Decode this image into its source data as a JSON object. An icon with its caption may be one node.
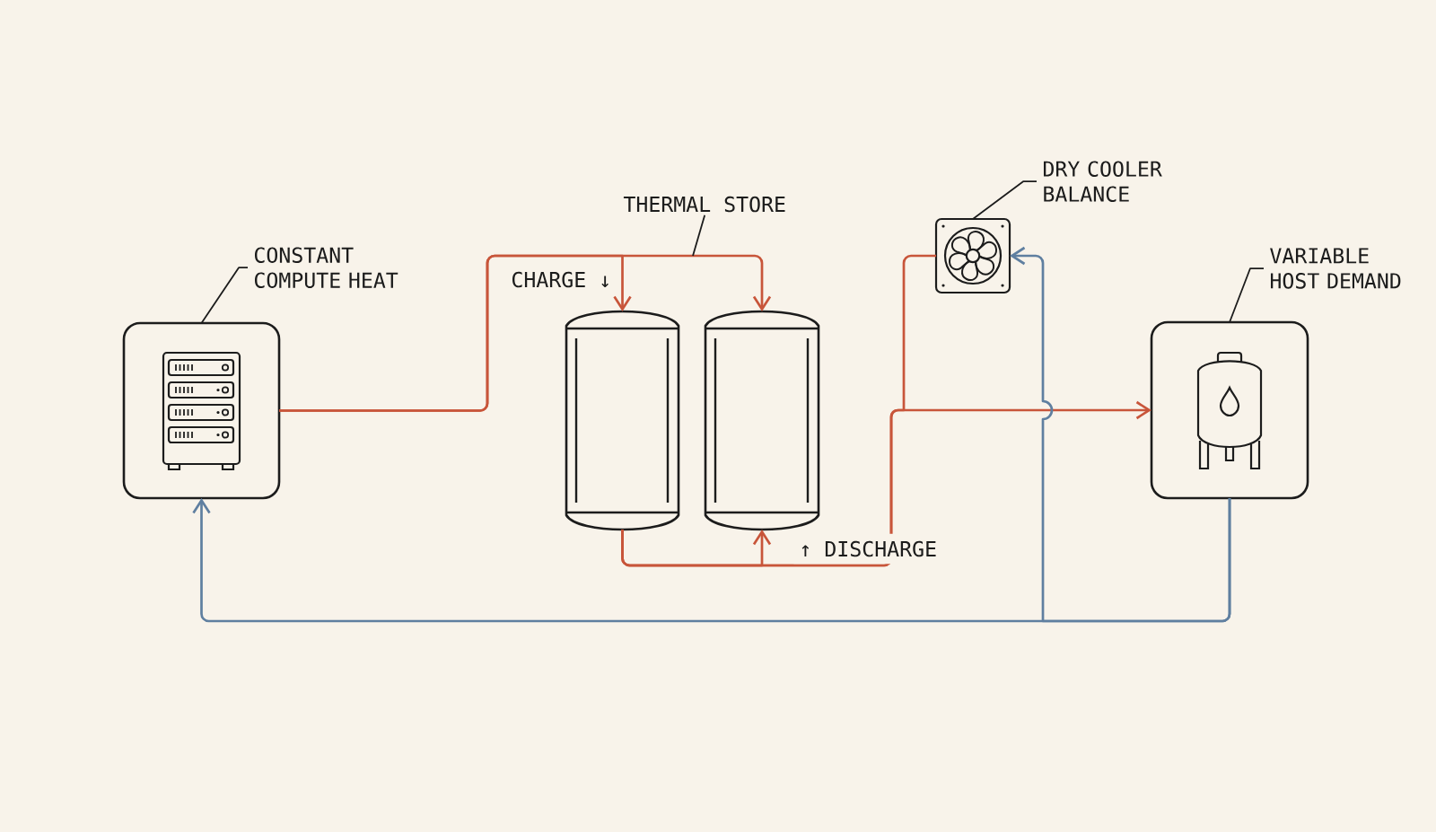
{
  "diagram": {
    "nodes": [
      {
        "text": [
          "CONSTANT COMPUTE HEAT"
        ]
      },
      {
        "text": [],
        "shape": "box"
      },
      {
        "text": [
          "THERMAL STORE"
        ]
      },
      {
        "text": [],
        "shape": "cylinder"
      },
      {
        "text": [],
        "shape": "cylinder"
      },
      {
        "text": [
          "DRY COOLER BALANCE"
        ]
      },
      {
        "text": [],
        "shape": "picture"
      },
      {
        "text": [
          "VARIABLE HOST DEMAND"
        ]
      },
      {
        "text": [],
        "shape": "box"
      }
    ],
    "edges": [
      {
        "from": 1,
        "to": 3,
        "arrow": "to"
      },
      {
        "from": 1,
        "to": 4,
        "arrow": "to"
      },
      {
        "from": 3,
        "to": 4,
        "arrow": "to"
      },
      {
        "from": 3,
        "to": 8,
        "arrow": "to"
      },
      {
        "from": 3,
        "to": 6,
        "arrow": "none"
      },
      {
        "from": 8,
        "to": 1,
        "arrow": "to",
        "color": "#5f7fa0"
      },
      {
        "from": 8,
        "to": 6,
        "arrow": "to",
        "color": "#5f7fa0"
      },
      {
        "from": 0,
        "to": 1,
        "arrow": "none",
        "color": "#1c1c1c"
      },
      {
        "from": 2,
        "to": null,
        "arrow": "none",
        "color": "#1c1c1c"
      },
      {
        "from": 5,
        "to": 6,
        "arrow": "none",
        "color": "#1c1c1c"
      },
      {
        "from": 7,
        "to": 8,
        "arrow": "none",
        "color": "#1c1c1c"
      }
    ],
    "labels": [
      "CHARGE ↓",
      "↑ DISCHARGE"
    ]
  }
}
